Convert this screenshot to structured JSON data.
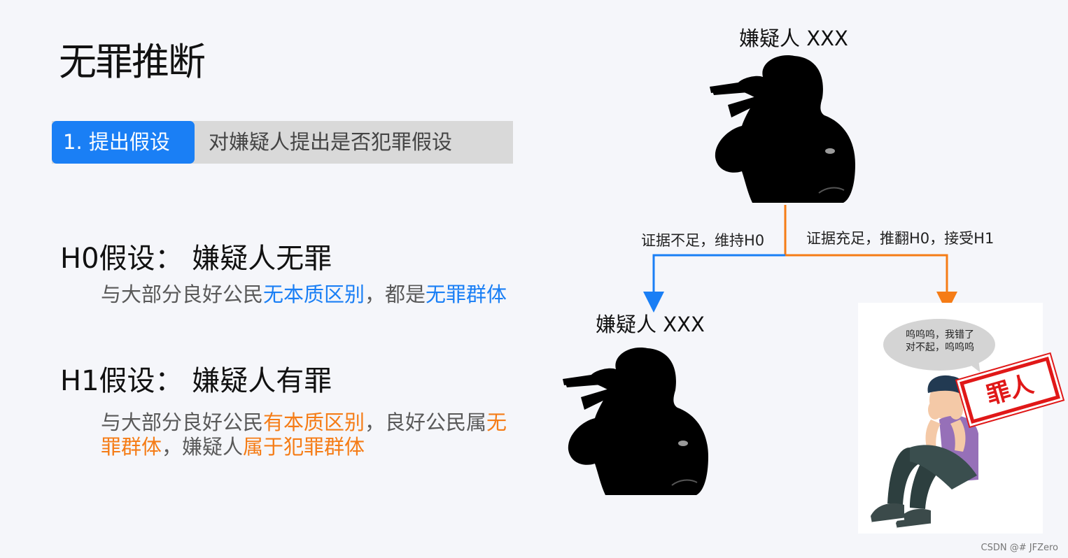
{
  "title": "无罪推断",
  "step": {
    "number_label": "1. 提出假设",
    "description": "对嫌疑人提出是否犯罪假设"
  },
  "h0": {
    "heading": "H0假设： 嫌疑人无罪",
    "desc_parts": [
      {
        "text": "与大部分良好公民",
        "style": "normal"
      },
      {
        "text": "无本质区别",
        "style": "blue"
      },
      {
        "text": "，都是",
        "style": "normal"
      },
      {
        "text": "无罪群体",
        "style": "blue"
      }
    ]
  },
  "h1": {
    "heading": "H1假设： 嫌疑人有罪",
    "desc_parts": [
      {
        "text": "与大部分良好公民",
        "style": "normal"
      },
      {
        "text": "有本质区别",
        "style": "orange"
      },
      {
        "text": "，良好公民属",
        "style": "normal"
      },
      {
        "text": "无罪群体",
        "style": "orange"
      },
      {
        "text": "，嫌疑人",
        "style": "normal"
      },
      {
        "text": "属于犯罪群体",
        "style": "orange"
      }
    ]
  },
  "diagram": {
    "top_label": "嫌疑人 XXX",
    "left_branch_label": "证据不足，维持H0",
    "right_branch_label": "证据充足，推翻H0，接受H1",
    "bottom_left_label": "嫌疑人 XXX",
    "speech_bubble": "呜呜呜，我错了\n对不起，呜呜呜",
    "stamp_text": "罪人"
  },
  "colors": {
    "accent_blue": "#1a7ff5",
    "accent_orange": "#f57c16",
    "stamp_red": "#e01818"
  },
  "credit": "CSDN @# JFZero",
  "icons": [
    "suspect-silhouette-icon",
    "crying-person-icon",
    "speech-bubble-icon"
  ]
}
